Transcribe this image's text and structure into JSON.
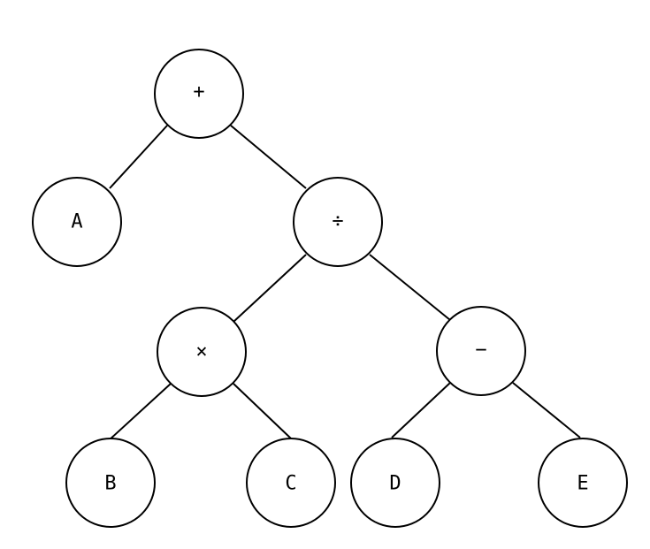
{
  "diagram": {
    "type": "expression-tree",
    "nodes": [
      {
        "id": "plus",
        "label": "+",
        "parent": null
      },
      {
        "id": "a",
        "label": "A",
        "parent": "plus"
      },
      {
        "id": "divide",
        "label": "÷",
        "parent": "plus"
      },
      {
        "id": "times",
        "label": "×",
        "parent": "divide"
      },
      {
        "id": "minus",
        "label": "−",
        "parent": "divide"
      },
      {
        "id": "b",
        "label": "B",
        "parent": "times"
      },
      {
        "id": "c",
        "label": "C",
        "parent": "times"
      },
      {
        "id": "d",
        "label": "D",
        "parent": "minus"
      },
      {
        "id": "e",
        "label": "E",
        "parent": "minus"
      }
    ],
    "colors": {
      "stroke": "#000000",
      "fill": "#ffffff",
      "background": "#ffffff"
    }
  }
}
